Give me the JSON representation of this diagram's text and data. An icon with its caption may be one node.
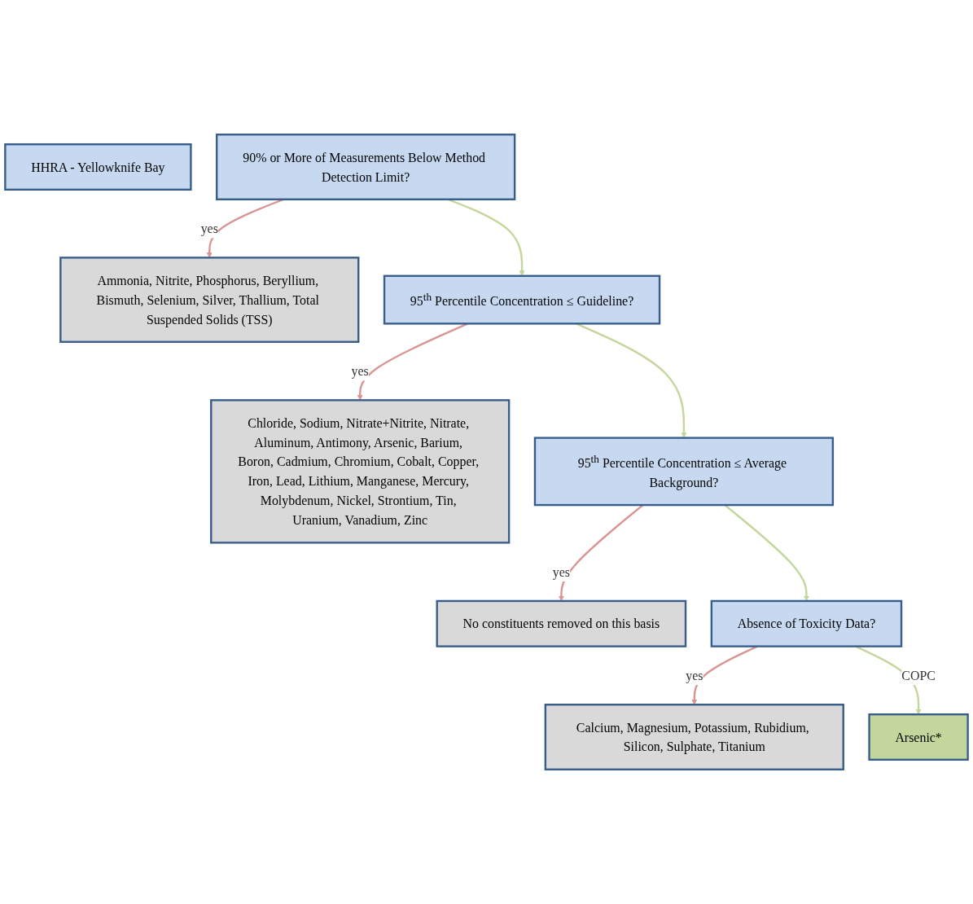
{
  "diagram": {
    "nodes": [
      {
        "text": [
          "HHRA - Yellowknife Bay"
        ]
      },
      {
        "text": [
          "90% or More of Measurements Below Method Detection Limit?"
        ]
      },
      {
        "text": [
          "Ammonia, Nitrite, Phosphorus, Beryllium, Bismuth, Selenium, Silver, Thallium, Total Suspended Solids (TSS)"
        ]
      },
      {
        "text": [
          "95$^{th}$ Percentile Concentration ≤ Guideline?"
        ]
      },
      {
        "text": [
          "Chloride, Sodium, Nitrate+Nitrite, Nitrate, Aluminum, Antimony, Arsenic, Barium, Boron, Cadmium, Chromium, Cobalt, Copper, Iron, Lead, Lithium, Manganese, Mercury, Molybdenum, Nickel, Strontium, Tin, Uranium, Vanadium, Zinc"
        ]
      },
      {
        "text": [
          "95$^{th}$ Percentile Concentration ≤ Average Background?"
        ]
      },
      {
        "text": [
          "No constituents removed on this basis"
        ]
      },
      {
        "text": [
          "Absence of Toxicity Data?"
        ]
      },
      {
        "text": [
          "Calcium, Magnesium, Potassium, Rubidium, Silicon, Sulphate, Titanium"
        ]
      },
      {
        "text": [
          "Arsenic*"
        ]
      }
    ],
    "edges": [
      {
        "from": 1,
        "to": 2,
        "arrow": "to",
        "label": "yes",
        "color": "#d99594"
      },
      {
        "from": 1,
        "to": 3,
        "arrow": "to",
        "color": "#c3d69b"
      },
      {
        "from": 3,
        "to": 4,
        "arrow": "to",
        "label": "yes",
        "color": "#d99594"
      },
      {
        "from": 3,
        "to": 5,
        "arrow": "to",
        "color": "#c3d69b"
      },
      {
        "from": 5,
        "to": 6,
        "arrow": "to",
        "label": "yes",
        "color": "#d99594"
      },
      {
        "from": 5,
        "to": 7,
        "arrow": "to",
        "color": "#c3d69b"
      },
      {
        "from": 7,
        "to": 8,
        "arrow": "to",
        "label": "yes",
        "color": "#d99594"
      },
      {
        "from": 7,
        "to": 9,
        "arrow": "to",
        "label": "COPC",
        "color": "#c3d69b"
      }
    ]
  }
}
